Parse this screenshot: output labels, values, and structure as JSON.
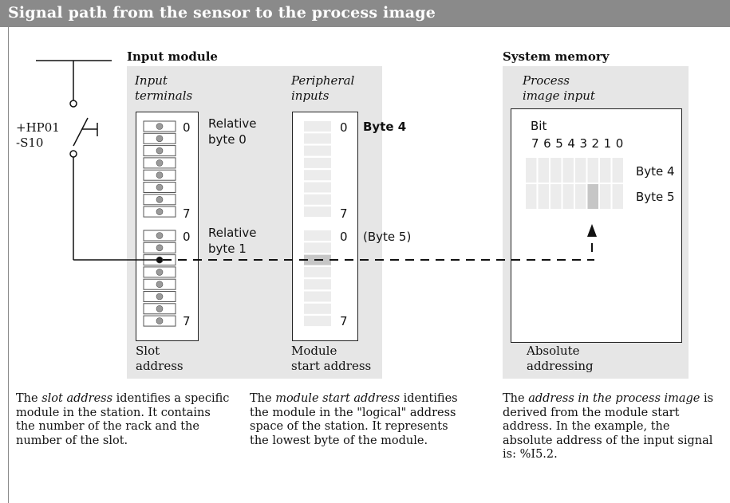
{
  "title": "Signal path from the sensor to the process image",
  "input_module": {
    "header": "Input module",
    "terminals_label": [
      "Input",
      "terminals"
    ],
    "peripheral_label": [
      "Peripheral",
      "inputs"
    ],
    "slot_label": [
      "Slot",
      "address"
    ],
    "module_start_label": [
      "Module",
      "start address"
    ],
    "relative_byte_0": [
      "Relative",
      "byte 0"
    ],
    "relative_byte_1": [
      "Relative",
      "byte 1"
    ],
    "bit_0": "0",
    "bit_7": "7",
    "byte_4": "Byte 4",
    "byte_5_paren": "(Byte 5)"
  },
  "system_memory": {
    "header": "System memory",
    "pii_label": [
      "Process",
      "image input"
    ],
    "bit_label": "Bit",
    "bit_numbers": "7 6 5 4 3 2 1 0",
    "row_labels": [
      "Byte 4",
      "Byte 5"
    ],
    "absolute_label": [
      "Absolute",
      "addressing"
    ]
  },
  "sensor": {
    "tag_line1": "+HP01",
    "tag_line2": "-S10"
  },
  "descriptions": {
    "slot": [
      "The ",
      "slot address",
      " identifies a specific module in the station. It contains the number of the rack and the number of the slot."
    ],
    "module": [
      "The ",
      "module start address",
      " identifies the module in the \"logical\" address space of the station. It represents the lowest byte of the module."
    ],
    "process": [
      "The ",
      "address in the process image",
      " is derived from the module start address. In the example, the absolute address of the input signal is: %I5.2."
    ]
  },
  "colors": {
    "title_bar": "#8a8a8a",
    "panel": "#e6e6e6",
    "cell": "#ececec",
    "highlight": "#c6c6c6",
    "terminal": "#9a9a9a"
  }
}
